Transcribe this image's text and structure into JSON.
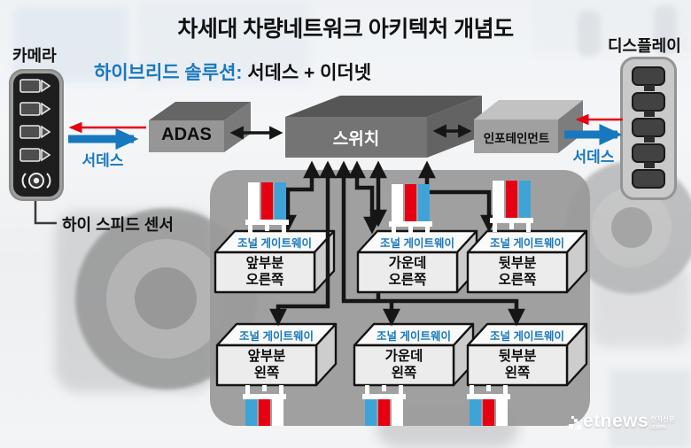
{
  "title": "차세대 차량네트워크 아키텍처 개념도",
  "subtitle": {
    "highlight": "하이브리드 솔루션:",
    "rest": " 서데스 + 이더넷"
  },
  "left_device": {
    "label": "카메라",
    "sensor_note": "하이 스피드 센서",
    "link_label": "서데스"
  },
  "right_device": {
    "label": "디스플레이",
    "link_label": "서데스"
  },
  "nodes": {
    "adas": "ADAS",
    "switch": "스위치",
    "infotainment": "인포테인먼트"
  },
  "gateways": [
    {
      "type_label": "조널 게이트웨이",
      "line1": "앞부분",
      "line2": "오른쪽"
    },
    {
      "type_label": "조널 게이트웨이",
      "line1": "가운데",
      "line2": "오른쪽"
    },
    {
      "type_label": "조널 게이트웨이",
      "line1": "뒷부분",
      "line2": "오른쪽"
    },
    {
      "type_label": "조널 게이트웨이",
      "line1": "앞부분",
      "line2": "왼쪽"
    },
    {
      "type_label": "조널 게이트웨이",
      "line1": "가운데",
      "line2": "왼쪽"
    },
    {
      "type_label": "조널 게이트웨이",
      "line1": "뒷부분",
      "line2": "왼쪽"
    }
  ],
  "watermark": {
    "brand": "etnews",
    "suffix_top": "전자신문",
    "suffix_bottom": ".com"
  },
  "colors": {
    "accent_blue": "#1878be",
    "signal_red": "#e60012",
    "connector_blue": "#3fa3d8",
    "panel_gray": "#999999",
    "switch_gray": "#747474"
  }
}
